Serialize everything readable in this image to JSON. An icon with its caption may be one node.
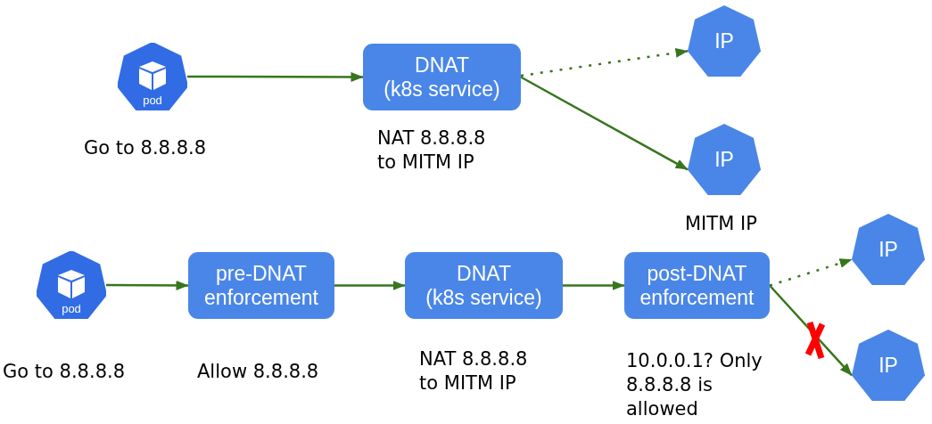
{
  "diagram": {
    "nodes": [
      {
        "text": [
          "pod"
        ],
        "beside": [
          "Go to 8.8.8.8"
        ]
      },
      {
        "text": [
          "DNAT (k8s service)"
        ],
        "beside": [
          "NAT 8.8.8.8 to MITM IP"
        ]
      },
      {
        "text": [
          "IP"
        ]
      },
      {
        "text": [
          "IP"
        ],
        "beside": [
          "MITM IP"
        ]
      },
      {
        "text": [
          "pod"
        ],
        "beside": [
          "Go to 8.8.8.8"
        ]
      },
      {
        "text": [
          "pre-DNAT enforcement"
        ],
        "beside": [
          "Allow 8.8.8.8"
        ]
      },
      {
        "text": [
          "DNAT (k8s service)"
        ],
        "beside": [
          "NAT 8.8.8.8 to MITM IP"
        ]
      },
      {
        "text": [
          "post-DNAT enforcement"
        ],
        "beside": [
          "10.0.0.1? Only 8.8.8.8 is allowed"
        ]
      },
      {
        "text": [
          "IP"
        ]
      },
      {
        "text": [
          "IP"
        ]
      }
    ],
    "edges": [
      {
        "from": 0,
        "to": 1,
        "arrow": "to"
      },
      {
        "from": 1,
        "to": 2,
        "arrow": "to",
        "style": "dashed"
      },
      {
        "from": 1,
        "to": 3,
        "arrow": "to"
      },
      {
        "from": 4,
        "to": 5,
        "arrow": "to"
      },
      {
        "from": 5,
        "to": 6,
        "arrow": "to"
      },
      {
        "from": 6,
        "to": 7,
        "arrow": "to"
      },
      {
        "from": 7,
        "to": 8,
        "arrow": "to",
        "style": "dashed"
      },
      {
        "from": 7,
        "to": 9,
        "arrow": "to"
      }
    ]
  }
}
